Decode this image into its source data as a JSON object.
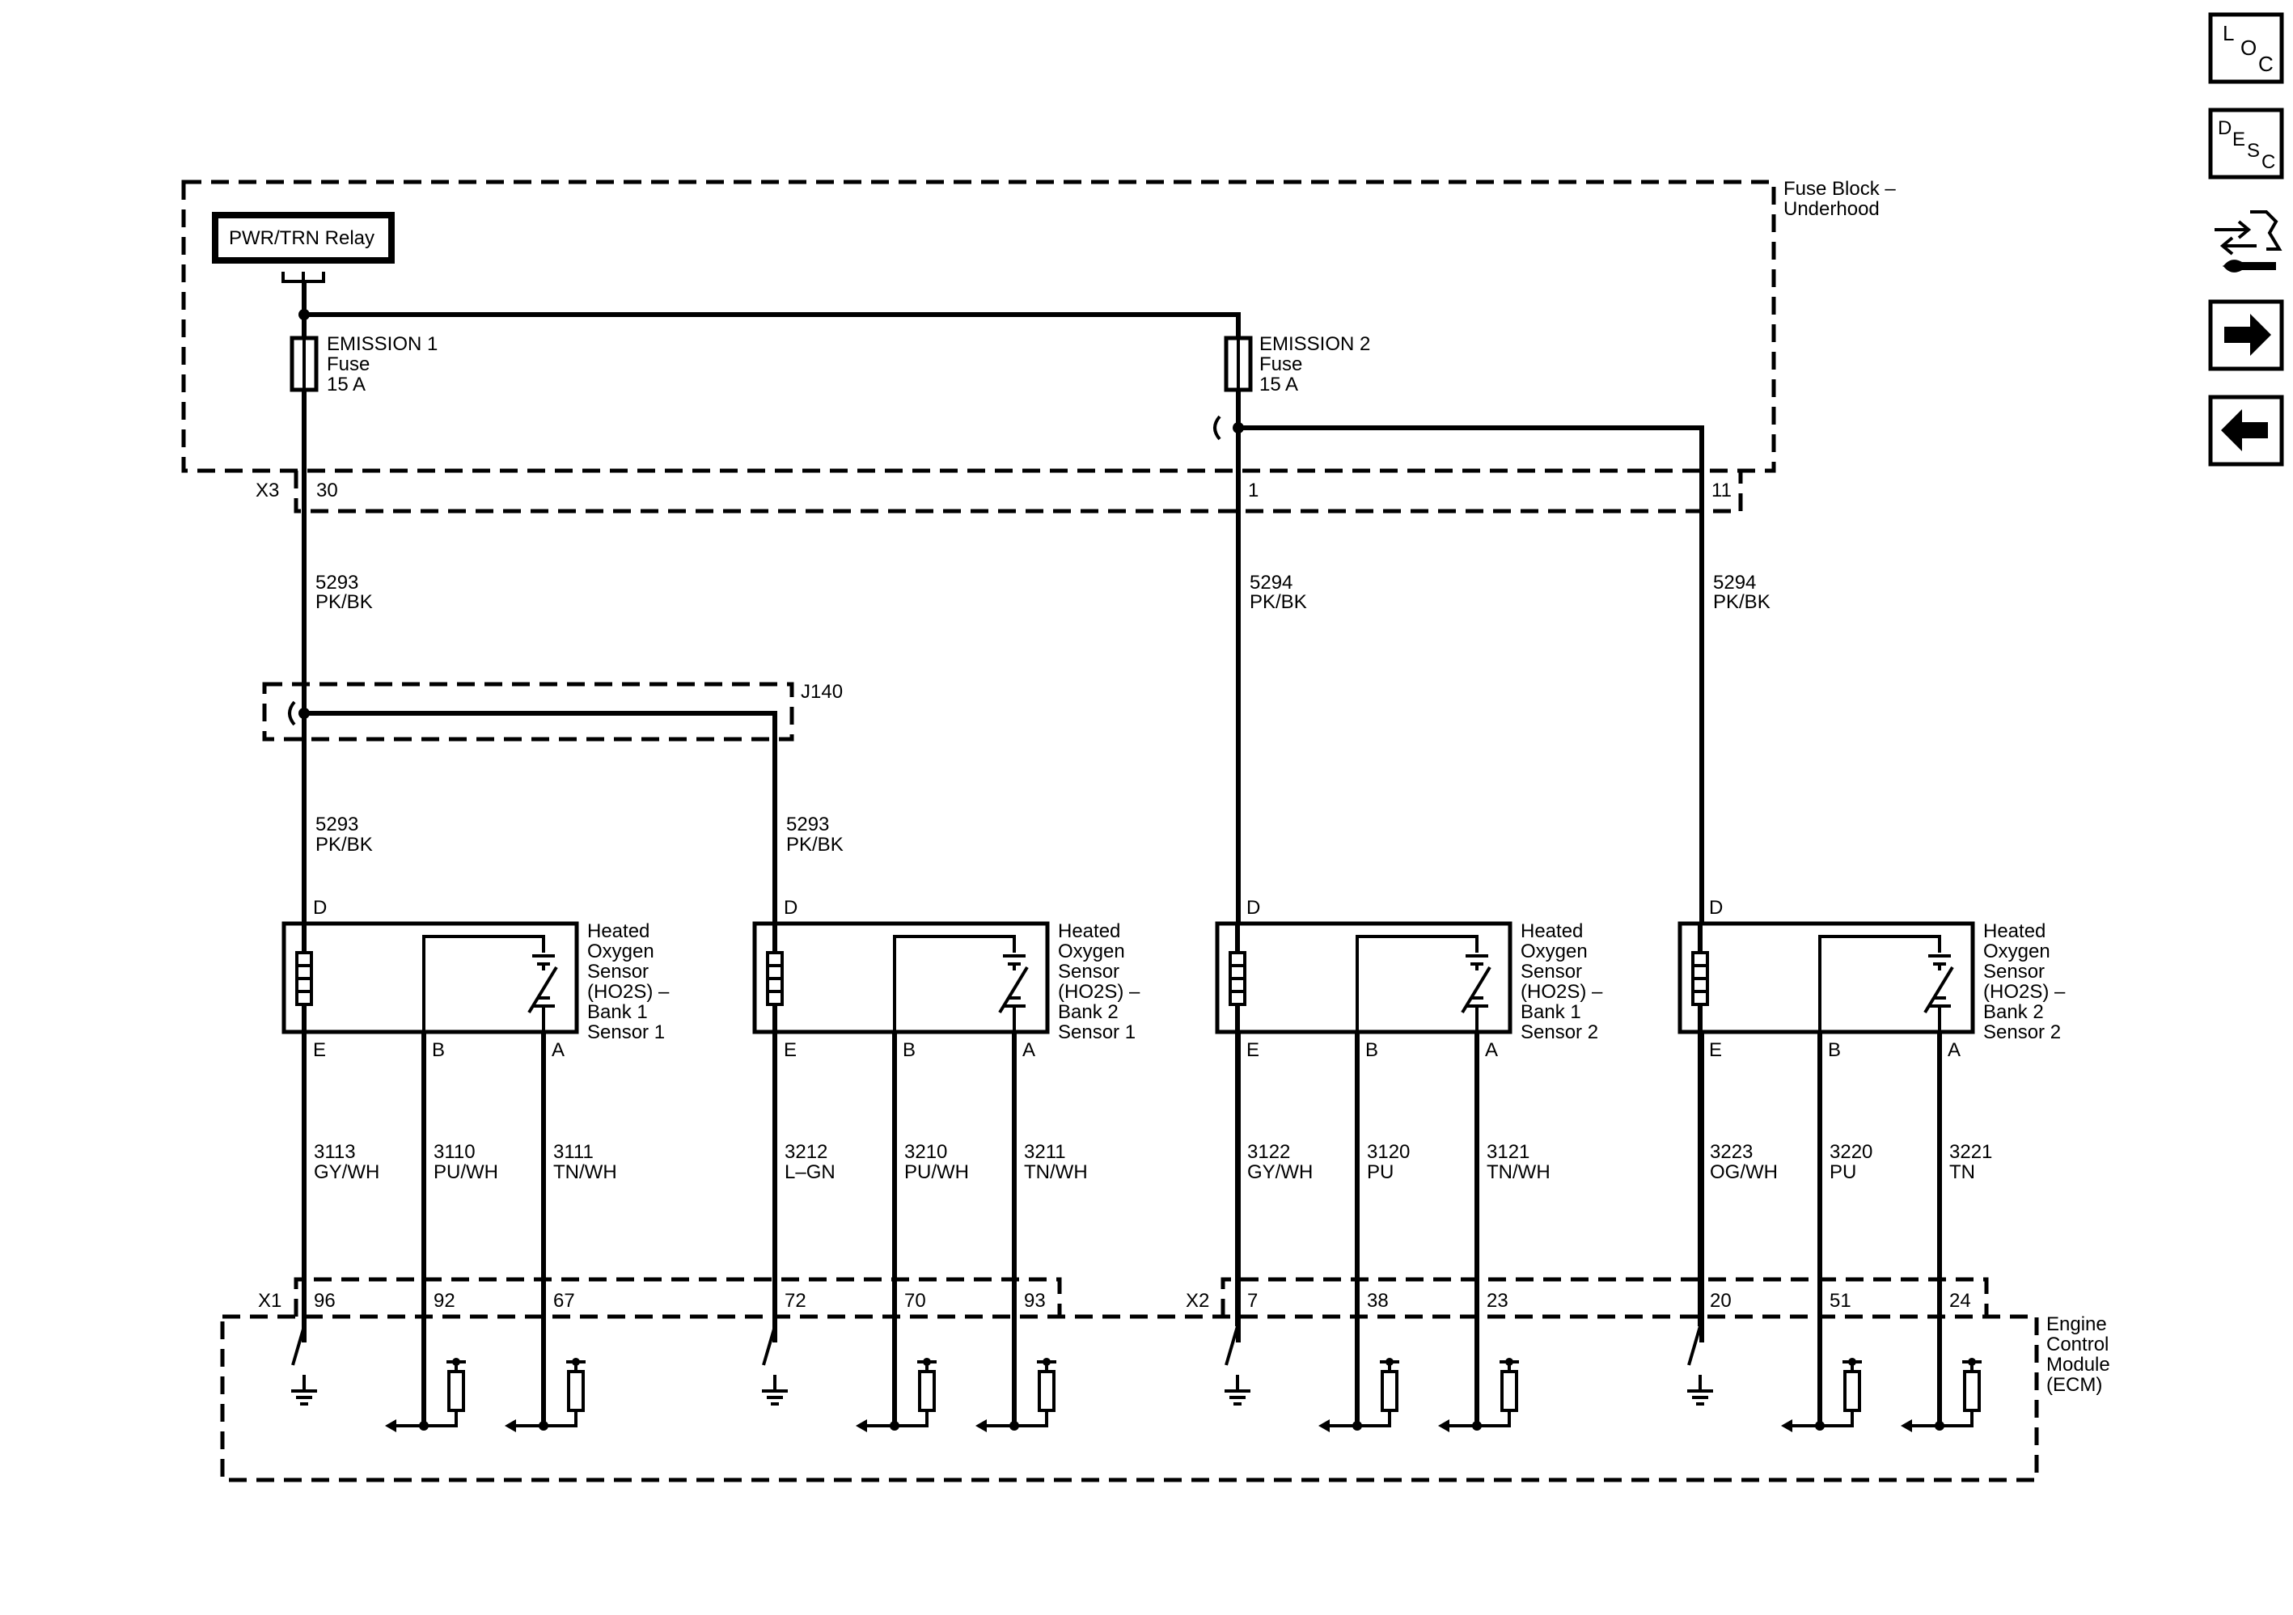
{
  "fuse_block": {
    "title_line1": "Fuse Block –",
    "title_line2": "Underhood"
  },
  "relay": {
    "label": "PWR/TRN Relay"
  },
  "fuses": [
    {
      "name": "EMISSION 1",
      "type": "Fuse",
      "rating": "15 A"
    },
    {
      "name": "EMISSION 2",
      "type": "Fuse",
      "rating": "15 A"
    }
  ],
  "connector_x3": {
    "name": "X3",
    "pins": [
      "30",
      "1",
      "11"
    ]
  },
  "splice": {
    "name": "J140"
  },
  "upper_wires": [
    {
      "circuit": "5293",
      "color": "PK/BK"
    },
    {
      "circuit": "5294",
      "color": "PK/BK"
    },
    {
      "circuit": "5294",
      "color": "PK/BK"
    }
  ],
  "splice_wires": [
    {
      "circuit": "5293",
      "color": "PK/BK"
    },
    {
      "circuit": "5293",
      "color": "PK/BK"
    }
  ],
  "sensors": [
    {
      "line1": "Heated",
      "line2": "Oxygen",
      "line3": "Sensor",
      "line4": "(HO2S)  –",
      "line5": "Bank 1",
      "line6": "Sensor 1",
      "pin_d": "D",
      "pin_e": "E",
      "pin_b": "B",
      "pin_a": "A"
    },
    {
      "line1": "Heated",
      "line2": "Oxygen",
      "line3": "Sensor",
      "line4": "(HO2S)  –",
      "line5": "Bank 2",
      "line6": "Sensor 1",
      "pin_d": "D",
      "pin_e": "E",
      "pin_b": "B",
      "pin_a": "A"
    },
    {
      "line1": "Heated",
      "line2": "Oxygen",
      "line3": "Sensor",
      "line4": "(HO2S)  –",
      "line5": "Bank 1",
      "line6": "Sensor 2",
      "pin_d": "D",
      "pin_e": "E",
      "pin_b": "B",
      "pin_a": "A"
    },
    {
      "line1": "Heated",
      "line2": "Oxygen",
      "line3": "Sensor",
      "line4": "(HO2S)  –",
      "line5": "Bank 2",
      "line6": "Sensor 2",
      "pin_d": "D",
      "pin_e": "E",
      "pin_b": "B",
      "pin_a": "A"
    }
  ],
  "lower_wires": [
    {
      "circuit": "3113",
      "color": "GY/WH"
    },
    {
      "circuit": "3110",
      "color": "PU/WH"
    },
    {
      "circuit": "3111",
      "color": "TN/WH"
    },
    {
      "circuit": "3212",
      "color": "L–GN"
    },
    {
      "circuit": "3210",
      "color": "PU/WH"
    },
    {
      "circuit": "3211",
      "color": "TN/WH"
    },
    {
      "circuit": "3122",
      "color": "GY/WH"
    },
    {
      "circuit": "3120",
      "color": "PU"
    },
    {
      "circuit": "3121",
      "color": "TN/WH"
    },
    {
      "circuit": "3223",
      "color": "OG/WH"
    },
    {
      "circuit": "3220",
      "color": "PU"
    },
    {
      "circuit": "3221",
      "color": "TN"
    }
  ],
  "connector_x1": {
    "name": "X1",
    "pins": [
      "96",
      "92",
      "67",
      "72",
      "70",
      "93"
    ]
  },
  "connector_x2": {
    "name": "X2",
    "pins": [
      "7",
      "38",
      "23",
      "20",
      "51",
      "24"
    ]
  },
  "ecm": {
    "line1": "Engine",
    "line2": "Control",
    "line3": "Module",
    "line4": "(ECM)"
  },
  "nav": {
    "loc": {
      "l1": "L",
      "l2": "O",
      "l3": "C"
    },
    "desc": {
      "l1": "D",
      "l2": "E",
      "l3": "S",
      "l4": "C"
    },
    "connector_icon": "connector-wrench-icon",
    "next_icon": "arrow-right-icon",
    "prev_icon": "arrow-left-icon"
  }
}
